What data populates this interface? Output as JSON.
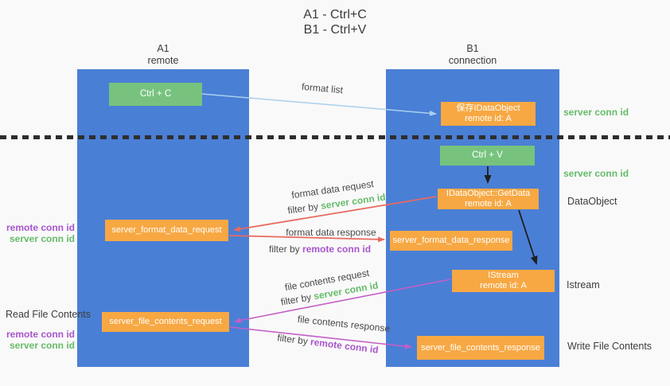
{
  "title": {
    "line1": "A1 - Ctrl+C",
    "line2": "B1 - Ctrl+V"
  },
  "columns": {
    "a1": {
      "id": "A1",
      "role": "remote"
    },
    "b1": {
      "id": "B1",
      "role": "connection"
    }
  },
  "nodes": {
    "ctrl_c": {
      "label": "Ctrl + C"
    },
    "ctrl_v": {
      "label": "Ctrl + V"
    },
    "save_idataobject": {
      "line1": "保存IDataObject",
      "line2": "remote id: A"
    },
    "idataobject_getdata": {
      "line1": "IDataObject::GetData",
      "line2": "remote id: A"
    },
    "istream": {
      "line1": "IStream",
      "line2": "remote id: A"
    },
    "server_format_data_request": {
      "label": "server_format_data_request"
    },
    "server_format_data_response": {
      "label": "server_format_data_response"
    },
    "server_file_contents_request": {
      "label": "server_file_contents_request"
    },
    "server_file_contents_response": {
      "label": "server_file_contents_response"
    }
  },
  "edge_labels": {
    "format_list": "format list",
    "format_data_request": "format data request",
    "format_data_response": "format data response",
    "file_contents_request": "file contents request",
    "file_contents_response": "file contents response",
    "filter_by": "filter by",
    "server_conn_id": "server conn id",
    "remote_conn_id": "remote conn id"
  },
  "side_labels": {
    "server_conn_id": "server conn id",
    "remote_conn_id": "remote conn id",
    "dataobject": "DataObject",
    "istream": "Istream",
    "read_file_contents": "Read File Contents",
    "write_file_contents": "Write File Contents"
  },
  "colors": {
    "column_blue": "#4a7fd6",
    "box_green": "#77c37e",
    "box_orange": "#f7a843",
    "arrow_blue": "#a9d0ee",
    "arrow_red": "#e86a60",
    "arrow_magenta": "#c45ec7",
    "arrow_black": "#1f1f1f",
    "label_green": "#66bb6a",
    "label_purple": "#a855cd",
    "text_dark": "#3c3c3c"
  }
}
